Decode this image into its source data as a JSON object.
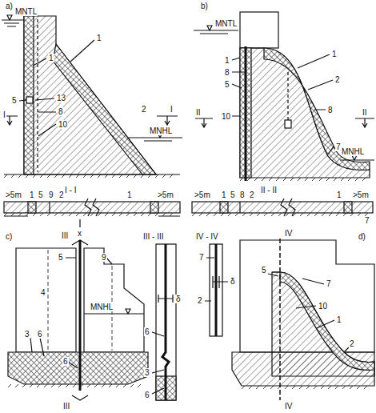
{
  "diagram": {
    "labels": [
      "a)",
      "MNTL",
      "1",
      "1",
      "5",
      "13",
      "8",
      "10",
      "I",
      "2",
      "I",
      "MNHL",
      "I - I",
      ">5m",
      "1",
      "5",
      "9",
      "2",
      "1",
      ">5m",
      "x",
      "b)",
      "MNTL",
      "1",
      "8",
      "5",
      "10",
      "1",
      "2",
      "8",
      "7",
      "II",
      "II",
      "MNHL",
      "II - II",
      ">5m",
      "1",
      "5",
      "8",
      "2",
      "1",
      ">5m",
      "7",
      "c)",
      "III",
      "5",
      "9",
      "4",
      "3",
      "6",
      "MNHL",
      "6",
      "III",
      "III - III",
      "6",
      "δ",
      "3",
      "6",
      "d)",
      "IV - IV",
      "IV",
      "7",
      "δ",
      "2",
      "5",
      "7",
      "10",
      "1",
      "2",
      "IV"
    ]
  }
}
